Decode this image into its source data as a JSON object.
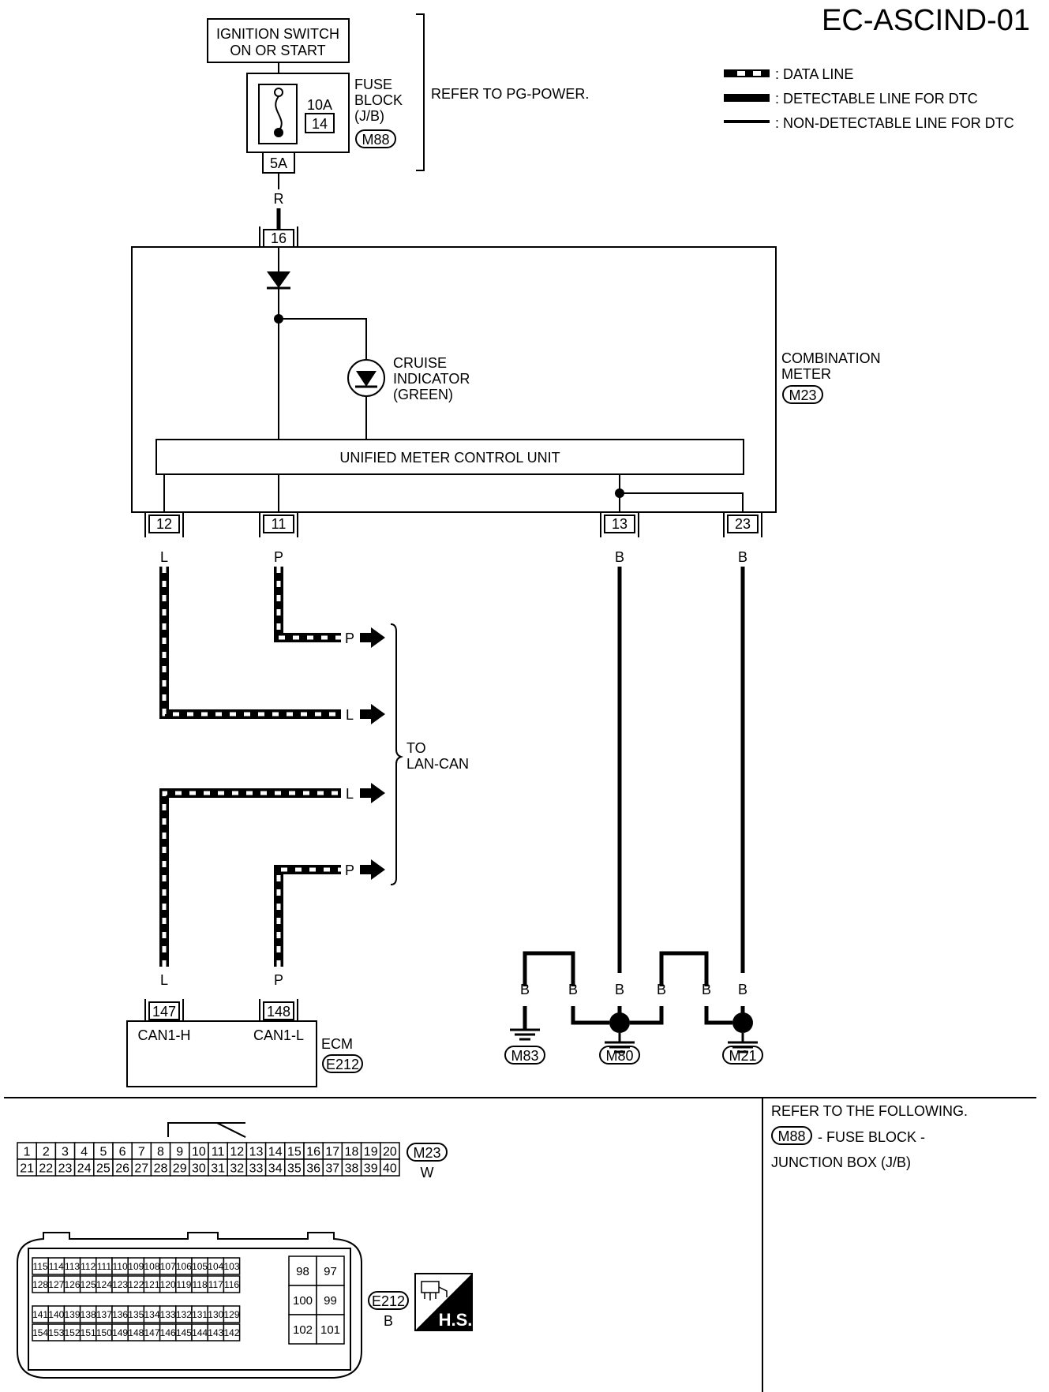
{
  "page_code": "EC-ASCIND-01",
  "legend": {
    "data_line": ": DATA LINE",
    "detectable": ": DETECTABLE LINE FOR DTC",
    "non_detectable": ": NON-DETECTABLE LINE FOR DTC"
  },
  "ignition": {
    "line1": "IGNITION SWITCH",
    "line2": "ON OR START"
  },
  "fuse": {
    "rating": "10A",
    "number": "14",
    "label1": "FUSE",
    "label2": "BLOCK",
    "label3": "(J/B)",
    "connector": "M88",
    "terminal": "5A",
    "ref": "REFER TO PG-POWER."
  },
  "wire_colors": {
    "r": "R",
    "l": "L",
    "p": "P",
    "b": "B"
  },
  "meter": {
    "terminal_power": "16",
    "indicator1": "CRUISE",
    "indicator2": "INDICATOR",
    "indicator3": "(GREEN)",
    "label1": "COMBINATION",
    "label2": "METER",
    "connector": "M23",
    "control_unit": "UNIFIED METER CONTROL UNIT",
    "t12": "12",
    "t11": "11",
    "t13": "13",
    "t23": "23"
  },
  "lan_can": {
    "line1": "TO",
    "line2": "LAN-CAN"
  },
  "ecm": {
    "t147": "147",
    "t148": "148",
    "can_h": "CAN1-H",
    "can_l": "CAN1-L",
    "label": "ECM",
    "connector": "E212"
  },
  "grounds": {
    "g1": "M83",
    "g2": "M80",
    "g3": "M21"
  },
  "reference": {
    "heading": "REFER TO THE FOLLOWING.",
    "connector": "M88",
    "desc1": "- FUSE BLOCK -",
    "desc2": "JUNCTION BOX (J/B)"
  },
  "connector_m23": {
    "code": "M23",
    "color": "W",
    "row1": [
      "1",
      "2",
      "3",
      "4",
      "5",
      "6",
      "7",
      "8",
      "9",
      "10",
      "11",
      "12",
      "13",
      "14",
      "15",
      "16",
      "17",
      "18",
      "19",
      "20"
    ],
    "row2": [
      "21",
      "22",
      "23",
      "24",
      "25",
      "26",
      "27",
      "28",
      "29",
      "30",
      "31",
      "32",
      "33",
      "34",
      "35",
      "36",
      "37",
      "38",
      "39",
      "40"
    ]
  },
  "connector_e212": {
    "code": "E212",
    "color": "B",
    "hs": "H.S.",
    "row1": [
      "115",
      "114",
      "113",
      "112",
      "111",
      "110",
      "109",
      "108",
      "107",
      "106",
      "105",
      "104",
      "103"
    ],
    "row2": [
      "128",
      "127",
      "126",
      "125",
      "124",
      "123",
      "122",
      "121",
      "120",
      "119",
      "118",
      "117",
      "116"
    ],
    "row3": [
      "141",
      "140",
      "139",
      "138",
      "137",
      "136",
      "135",
      "134",
      "133",
      "132",
      "131",
      "130",
      "129"
    ],
    "row4": [
      "154",
      "153",
      "152",
      "151",
      "150",
      "149",
      "148",
      "147",
      "146",
      "145",
      "144",
      "143",
      "142"
    ],
    "side": [
      "98",
      "97",
      "100",
      "99",
      "102",
      "101"
    ]
  },
  "colors": {
    "ink": "#000000",
    "paper": "#ffffff"
  }
}
